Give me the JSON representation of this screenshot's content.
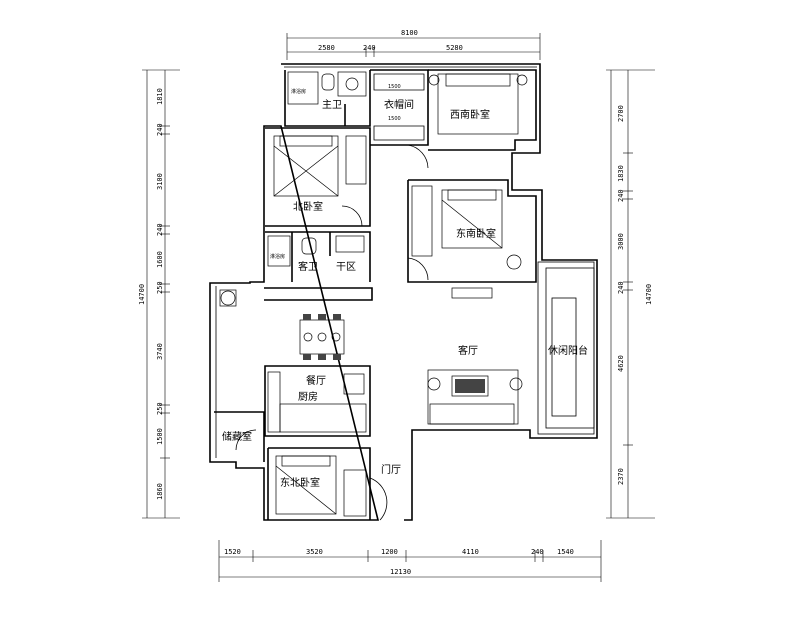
{
  "rooms": {
    "master_bath": "主卫",
    "closet": "衣帽间",
    "sw_bedroom": "西南卧室",
    "north_bedroom": "北卧室",
    "se_bedroom": "东南卧室",
    "guest_bath": "客卫",
    "dry_area": "干区",
    "living": "客厅",
    "balcony": "休闲阳台",
    "dining": "餐厅",
    "kitchen": "厨房",
    "storage": "储藏室",
    "entrance": "门厅",
    "ne_bedroom": "东北卧室"
  },
  "fixtures": {
    "shower_label_1": "淋浴房",
    "shower_label_2": "淋浴房",
    "closet_dim_1": "1500",
    "closet_dim_2": "1500"
  },
  "dims_top": {
    "total": "8100",
    "a": "2580",
    "b": "240",
    "c": "5280"
  },
  "dims_bottom": {
    "total": "12130",
    "a": "1520",
    "b": "3520",
    "c": "1200",
    "d": "4110",
    "e": "240",
    "f": "1540"
  },
  "dims_left": {
    "total": "14700",
    "a": "1810",
    "b": "240",
    "c": "3100",
    "d": "240",
    "e": "1600",
    "f": "250",
    "g": "3740",
    "h": "250",
    "i": "1500",
    "j": "1860"
  },
  "dims_right": {
    "total": "14700",
    "a": "2700",
    "b": "1830",
    "c": "240",
    "d": "3000",
    "e": "240",
    "f": "4620",
    "g": "2370"
  }
}
